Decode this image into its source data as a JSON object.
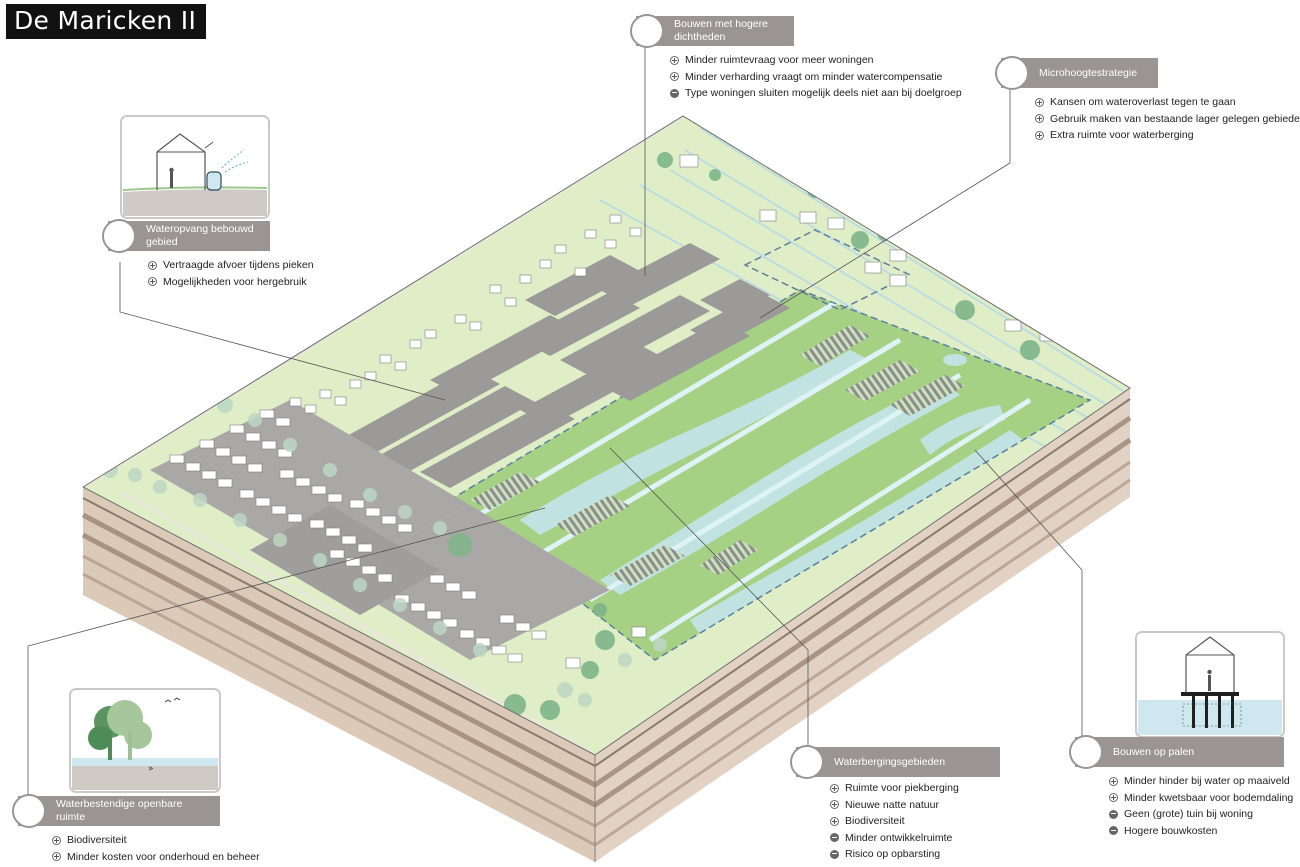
{
  "title": "De Maricken II",
  "callouts": {
    "wateropvang": {
      "title": "Wateropvang bebouwd gebied",
      "items": [
        {
          "sign": "plus",
          "text": "Vertraagde afvoer tijdens pieken"
        },
        {
          "sign": "plus",
          "text": "Mogelijkheden voor hergebruik"
        }
      ]
    },
    "hogere_dichtheden": {
      "title": "Bouwen met hogere dichtheden",
      "items": [
        {
          "sign": "plus",
          "text": "Minder ruimtevraag voor meer woningen"
        },
        {
          "sign": "plus",
          "text": "Minder verharding vraagt om minder watercompensatie"
        },
        {
          "sign": "minus",
          "text": "Type woningen sluiten mogelijk deels niet aan bij doelgroep"
        }
      ]
    },
    "microhoogte": {
      "title": "Microhoogtestrategie",
      "items": [
        {
          "sign": "plus",
          "text": "Kansen om wateroverlast tegen te gaan"
        },
        {
          "sign": "plus",
          "text": "Gebruik maken van bestaande lager gelegen gebieden"
        },
        {
          "sign": "plus",
          "text": "Extra ruimte voor waterberging"
        }
      ]
    },
    "waterbestendig": {
      "title": "Waterbestendige openbare ruimte",
      "items": [
        {
          "sign": "plus",
          "text": "Biodiversiteit"
        },
        {
          "sign": "plus",
          "text": "Minder kosten voor onderhoud en beheer"
        }
      ]
    },
    "waterberging": {
      "title": "Waterbergingsgebieden",
      "items": [
        {
          "sign": "plus",
          "text": "Ruimte voor piekberging"
        },
        {
          "sign": "plus",
          "text": "Nieuwe natte natuur"
        },
        {
          "sign": "plus",
          "text": "Biodiversiteit"
        },
        {
          "sign": "minus",
          "text": "Minder ontwikkelruimte"
        },
        {
          "sign": "minus",
          "text": "Risico op opbarsting"
        }
      ]
    },
    "palen": {
      "title": "Bouwen op palen",
      "items": [
        {
          "sign": "plus",
          "text": "Minder hinder bij water op maaiveld"
        },
        {
          "sign": "plus",
          "text": "Minder kwetsbaar voor bodemdaling"
        },
        {
          "sign": "minus",
          "text": "Geen (grote) tuin bij woning"
        },
        {
          "sign": "minus",
          "text": "Hogere bouwkosten"
        }
      ]
    }
  },
  "colors": {
    "callout_header": "#9a9594",
    "grass": "#d7e9b4",
    "wet_nature": "#a9d28a",
    "water": "#cfe8f0",
    "paving": "#9c9c9c",
    "soil_dark": "#9b8373",
    "soil_light": "#dfd0c5"
  }
}
